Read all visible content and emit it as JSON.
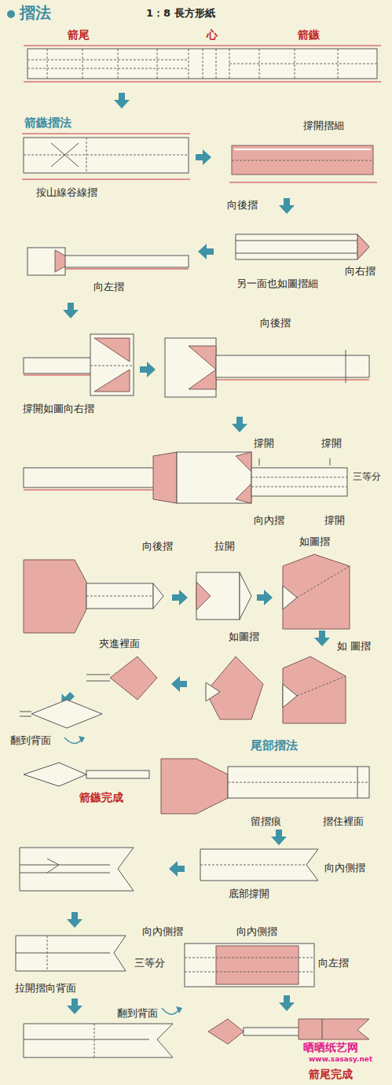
{
  "diagram": {
    "title": "摺法",
    "labels": [
      "1：8 長方形紙",
      "箭尾",
      "心",
      "箭鏃",
      "箭鏃摺法",
      "撐開摺細",
      "按山線谷線摺",
      "向後摺",
      "向右摺",
      "另一面也如圖摺細",
      "向左摺",
      "撐開如圖向右摺",
      "向後摺",
      "撐開",
      "撐開",
      "三等分",
      "向內摺",
      "撐開",
      "向後摺",
      "拉開",
      "如圖摺",
      "夾進裡面",
      "如圖摺",
      "如 圖摺",
      "翻到背面",
      "箭鏃完成",
      "尾部摺法",
      "留摺痕",
      "摺住裡面",
      "向內側摺",
      "底部撐開",
      "向內側摺",
      "向內側摺",
      "三等分",
      "向左摺",
      "拉開摺向背面",
      "翻到背面",
      "箭尾完成",
      "晒晒纸艺网",
      "www.sasasy.net"
    ]
  }
}
